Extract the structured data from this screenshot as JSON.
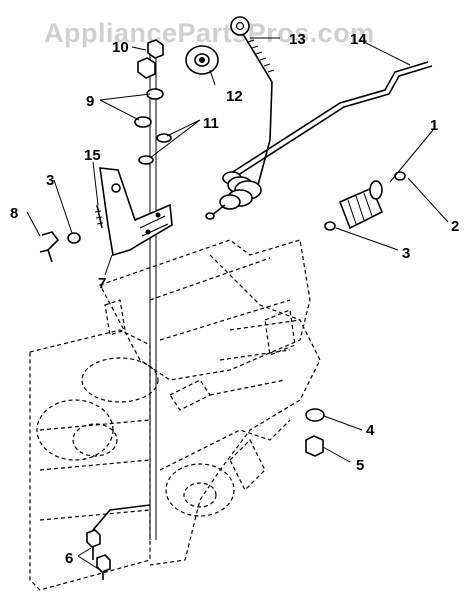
{
  "watermark": "AppliancePartsPros.com",
  "callouts": {
    "p1": "1",
    "p2": "2",
    "p3a": "3",
    "p3b": "3",
    "p4": "4",
    "p5": "5",
    "p6": "6",
    "p7": "7",
    "p8": "8",
    "p9": "9",
    "p10": "10",
    "p11": "11",
    "p12": "12",
    "p13": "13",
    "p14": "14",
    "p15": "15"
  }
}
